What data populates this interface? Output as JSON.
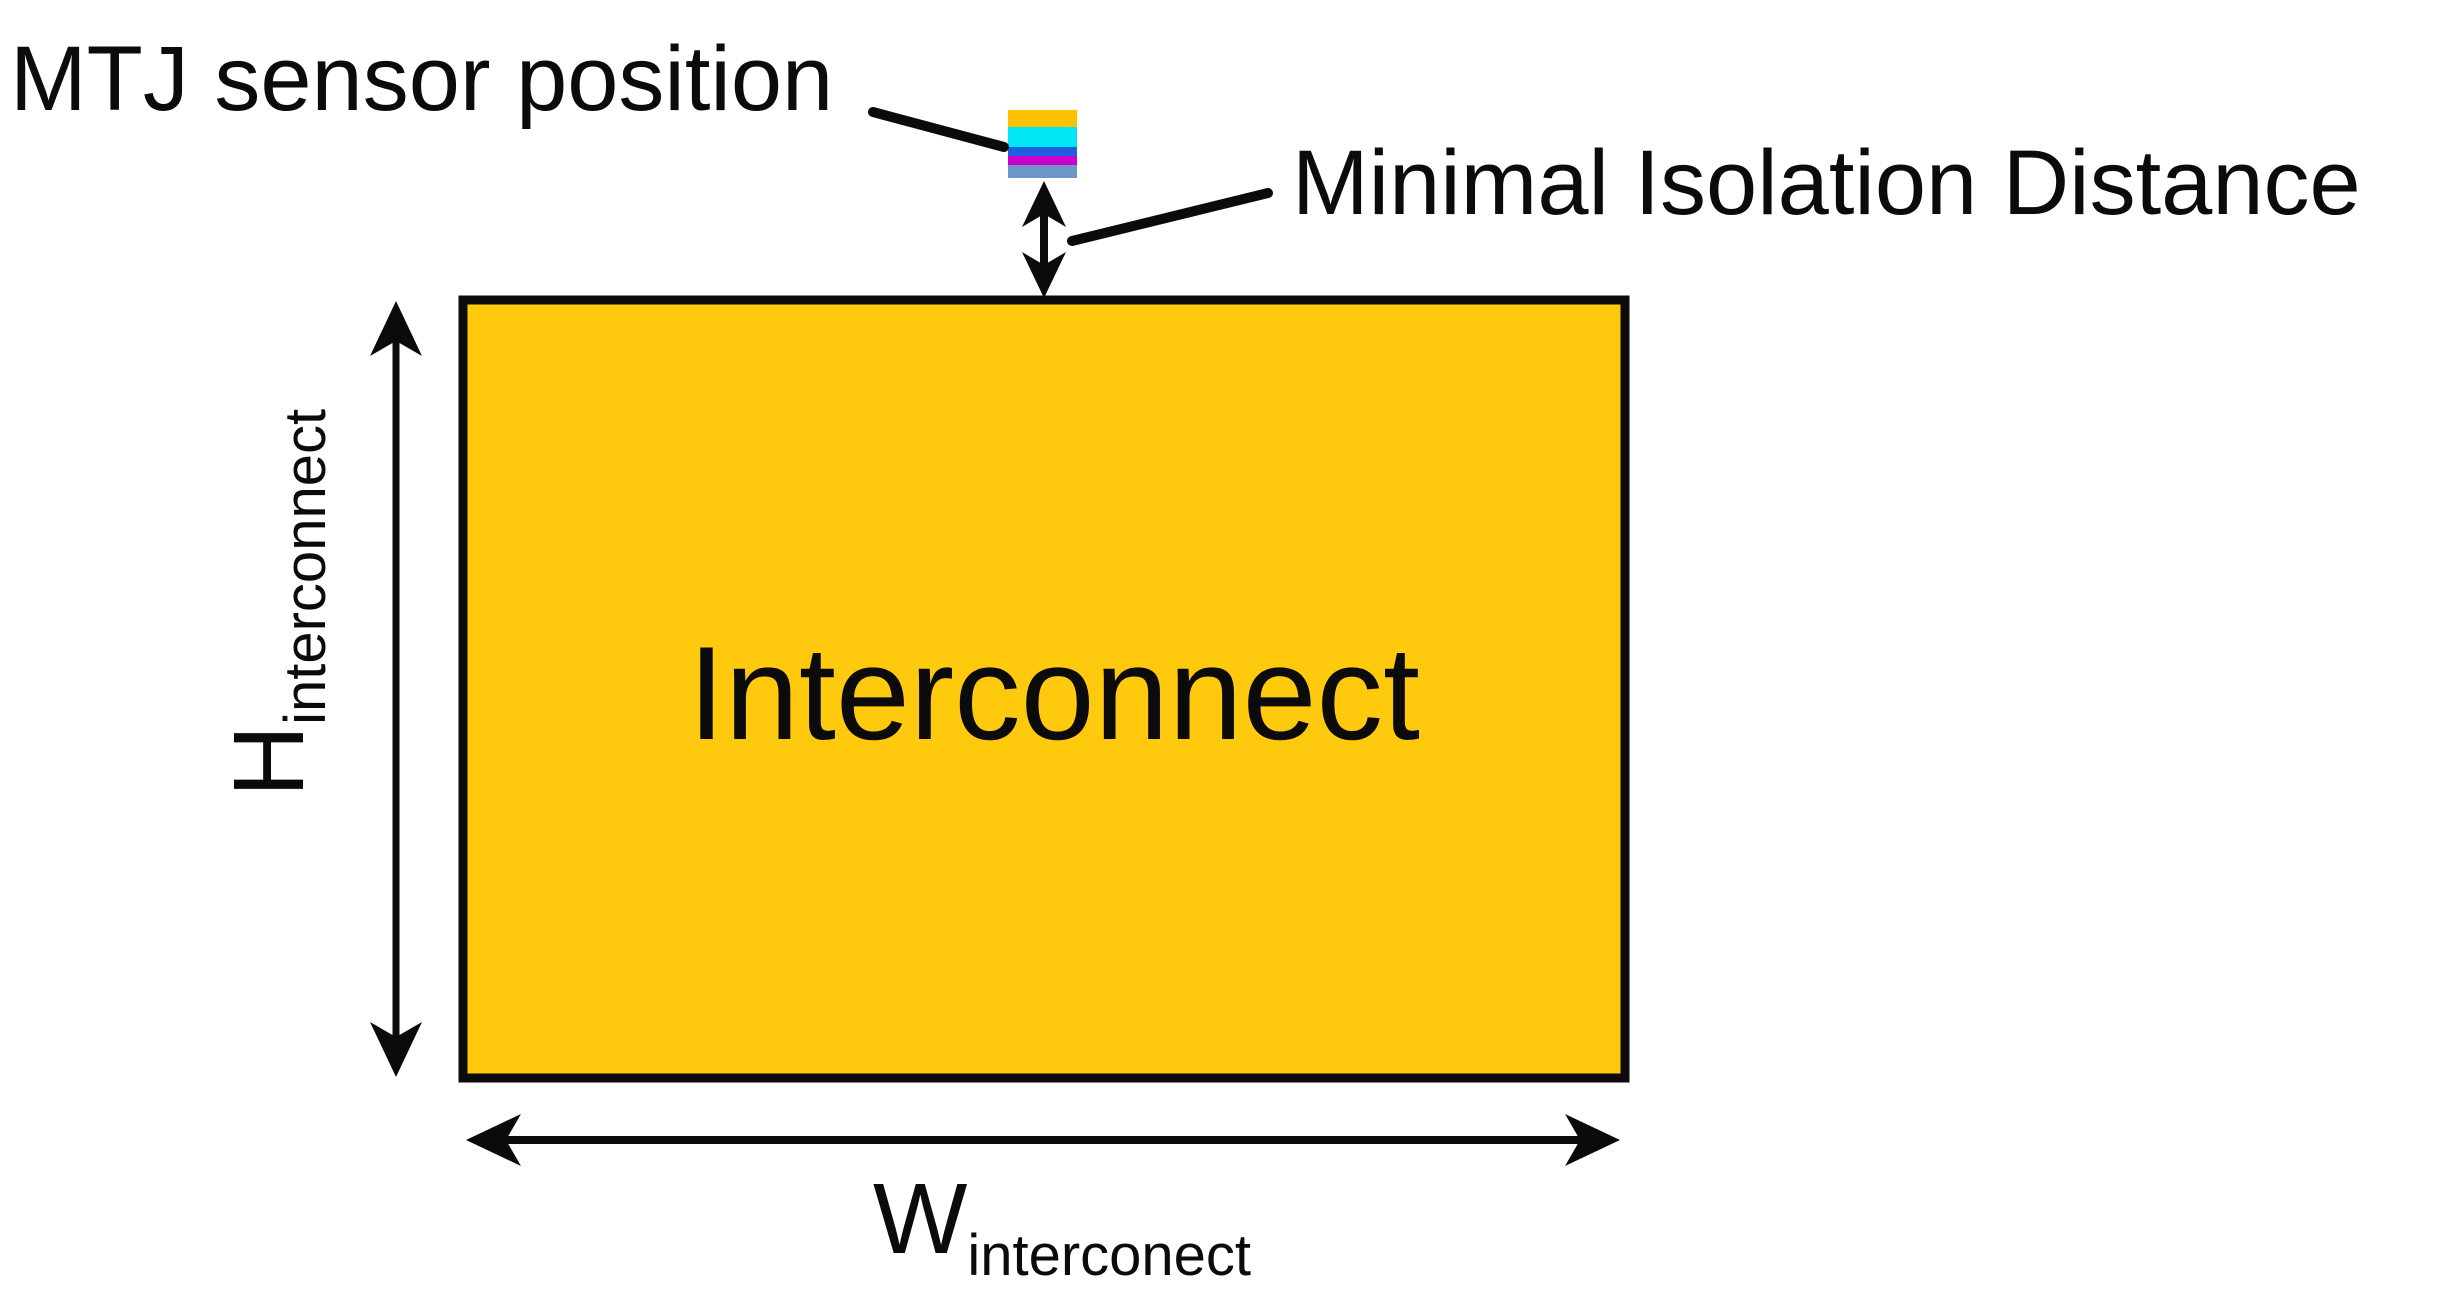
{
  "figure": {
    "labels": {
      "mtj_sensor_position": "MTJ sensor position",
      "minimal_isolation_distance": "Minimal Isolation Distance",
      "interconnect": "Interconnect",
      "height_symbol": "H",
      "height_subscript": "interconnect",
      "width_symbol": "W",
      "width_subscript": "interconect"
    },
    "colors": {
      "background": "#FFFFFF",
      "interconnect_fill": "#FFC90E",
      "line_color": "#0B0B0B",
      "sensor_layers": [
        "#FFC000",
        "#00E6F5",
        "#1E5FE0",
        "#CC00CC",
        "#6D96C8"
      ]
    },
    "icons": {
      "sensor_stack": "mtj-sensor-stack-icon",
      "isolation_arrow": "double-headed-vertical-arrow-icon",
      "height_arrow": "double-headed-vertical-arrow-icon",
      "width_arrow": "double-headed-horizontal-arrow-icon"
    }
  }
}
